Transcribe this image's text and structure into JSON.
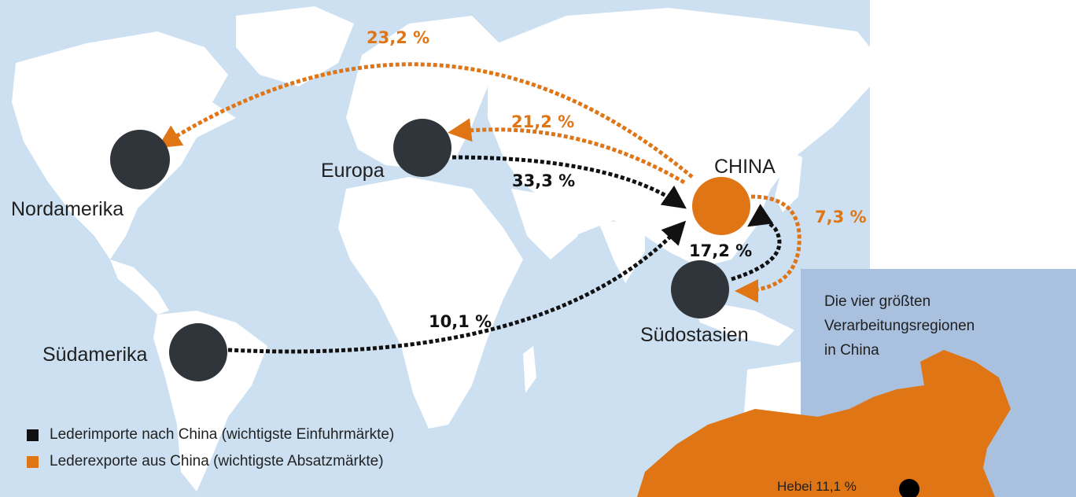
{
  "colors": {
    "ocean": "#cce0f1",
    "land": "#ffffff",
    "region_dot": "#30343b",
    "china_orange": "#df7514",
    "import_arrow": "#111111",
    "export_arrow": "#df7514",
    "inset_bg": "#a9c0df"
  },
  "regions": {
    "nordamerika": "Nordamerika",
    "europa": "Europa",
    "suedamerika": "Südamerika",
    "suedostasien": "Südostasien",
    "china": "CHINA"
  },
  "flows": {
    "export_nordamerika": "23,2 %",
    "export_europa": "21,2 %",
    "export_suedostasien": "7,3 %",
    "import_europa": "33,3 %",
    "import_suedostasien": "17,2 %",
    "import_suedamerika": "10,1 %"
  },
  "legend": {
    "imports": "Lederimporte nach China (wichtigste Einfuhrmärkte)",
    "exports": "Lederexporte aus China (wichtigste Absatzmärkte)"
  },
  "inset": {
    "title_line1": "Die vier größten",
    "title_line2": "Verarbeitungsregionen",
    "title_line3": "in China",
    "hebei": "Hebei 11,1 %"
  }
}
